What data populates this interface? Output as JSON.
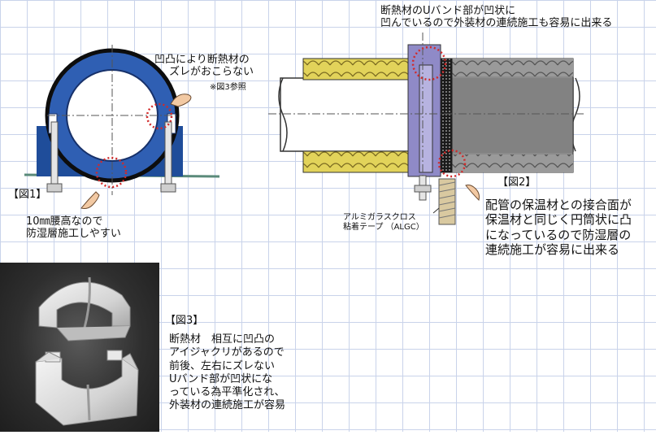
{
  "fig1": {
    "label": "【図1】",
    "callout_top": [
      "凹凸により断熱材の",
      "ズレがおこらない"
    ],
    "ref_note": "※図3参照",
    "callout_bottom": [
      "10㎜腰高なので",
      "防湿層施工しやすい"
    ]
  },
  "fig2": {
    "label": "【図2】",
    "callout_top": [
      "断熱材のUバンド部が凹状に",
      "凹んでいるので外装材の連続施工も容易に出来る"
    ],
    "tape_label": [
      "アルミガラスクロス",
      "粘着テープ （ALGC）"
    ],
    "callout_right": [
      "配管の保温材との接合面が",
      "保温材と同じく円筒状に凸",
      "になっているので防湿層の",
      "連続施工が容易に出来る"
    ]
  },
  "fig3": {
    "label": "【図3】",
    "text": [
      "断熱材　相互に凹凸の",
      "アイジャクリがあるので",
      "前後、左右にズレない",
      "Uバンド部が凹状にな",
      "っている為平準化され、",
      "外装材の連続施工が容易"
    ]
  },
  "colors": {
    "insulation_blue": "#2f5fb3",
    "band_purple": "#8f8ac7",
    "yellow_wrap": "#e2d35a",
    "callout_red": "#d12a2a"
  }
}
